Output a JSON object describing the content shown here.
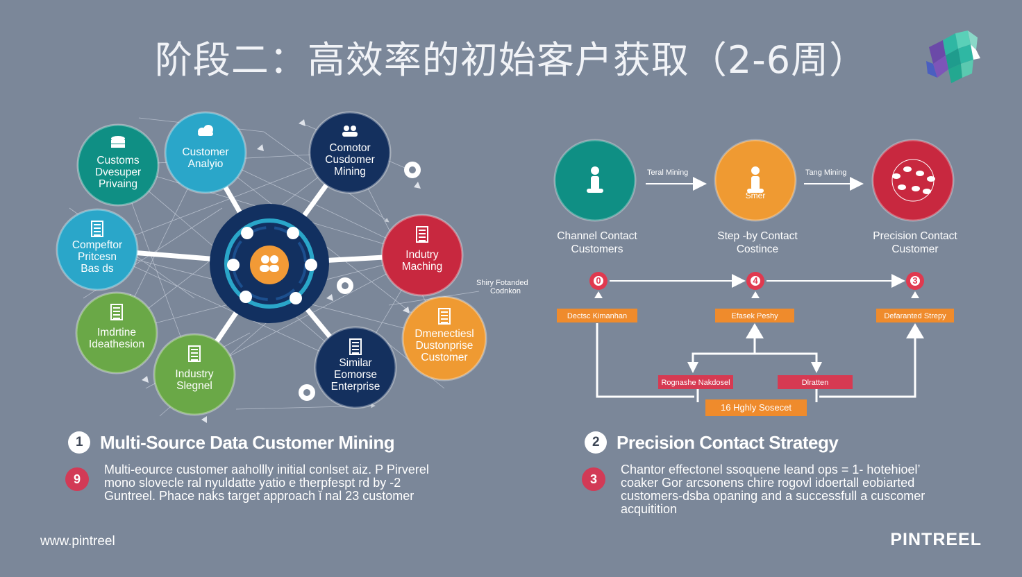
{
  "slide": {
    "title": "阶段二：高效率的初始客户获取（2-6周）",
    "footer_url": "www.pintreel",
    "footer_brand": "PINTREEL"
  },
  "colors": {
    "background": "#7b8799",
    "teal": "#0f8f84",
    "cyan": "#2aa6c9",
    "navy": "#14305e",
    "red": "#c8283f",
    "orange": "#ef9a32",
    "green": "#6aa847",
    "tag_orange": "#ef8b2c",
    "tag_red": "#d63a52"
  },
  "left_diagram": {
    "center": {
      "icon": "people-icon"
    },
    "nodes": [
      {
        "id": "customer-discovery",
        "label_lines": [
          "Customs",
          "Dvesuper",
          "Privaing"
        ],
        "color": "teal",
        "icon": "database-icon"
      },
      {
        "id": "customer-analysis",
        "label_lines": [
          "Customer",
          "Analyio"
        ],
        "color": "cyan",
        "icon": "cloud-icon"
      },
      {
        "id": "competitor-mining",
        "label_lines": [
          "Comotor",
          "Cusdomer",
          "Mining"
        ],
        "color": "navy",
        "icon": "people-icon"
      },
      {
        "id": "competitor-base",
        "label_lines": [
          "Compeftor",
          "Pritcesn",
          "Bas ds"
        ],
        "color": "cyan",
        "icon": "document-icon"
      },
      {
        "id": "industry-matching",
        "label_lines": [
          "Indutry",
          "Maching"
        ],
        "color": "red",
        "icon": "building-icon"
      },
      {
        "id": "industry-identification",
        "label_lines": [
          "Imdrtine",
          "Ideathesion"
        ],
        "color": "green",
        "icon": "building-icon"
      },
      {
        "id": "industry-signal",
        "label_lines": [
          "Industry",
          "Slegnel"
        ],
        "color": "green",
        "icon": "building-icon"
      },
      {
        "id": "similar-enterprise",
        "label_lines": [
          "Similar",
          "Eomorse",
          "Enterprise"
        ],
        "color": "navy",
        "icon": "building-icon"
      },
      {
        "id": "dimensional-customer",
        "label_lines": [
          "Dmenectiesl",
          "Dustonprise",
          "Customer"
        ],
        "color": "orange",
        "icon": "document-icon"
      }
    ],
    "side_note_lines": [
      "Shiry Fotanded",
      "Codnkon"
    ]
  },
  "right_diagram": {
    "steps": [
      {
        "id": "channel-contact",
        "caption_lines": [
          "Channel Contact",
          "Customers"
        ],
        "color": "teal",
        "icon": "person-icon",
        "inner_label": ""
      },
      {
        "id": "step-contact",
        "caption_lines": [
          "Step -by Contact",
          "Costince"
        ],
        "color": "orange",
        "icon": "person-icon",
        "inner_label": "Smer"
      },
      {
        "id": "precision-contact",
        "caption_lines": [
          "Precision Contact",
          "Customer"
        ],
        "color": "red",
        "icon": "network-icon",
        "inner_label": ""
      }
    ],
    "arrow_labels": [
      "Teral Mining",
      "Tang Mining"
    ],
    "flow_numbers": [
      "0",
      "4",
      "3"
    ],
    "tags_top": [
      "Dectsc Kimanhan",
      "Efasek Peshy",
      "Defaranted Strepy"
    ],
    "tags_mid": [
      "Rognashe Nakdosel",
      "Dlratten"
    ],
    "tag_bottom": "16 Hghly Sosecet"
  },
  "sections": [
    {
      "number": "1",
      "heading": "Multi-Source Data Customer Mining",
      "badge": "9",
      "text": "Multi-eource customer aahollly initial conlset aiz. P Pirverel\nmono slovecle ral nyuldatte yatio e therpfespt rd by -2\nGuntreel. Phace naks target approach ǐ nal 23 customer"
    },
    {
      "number": "2",
      "heading": "Precision Contact Strategy",
      "badge": "3",
      "text": "Chantor effectonel ssoquene leand ops = 1- hotehioel’\ncoaker Gor arcsonens chire rogovl idoertall eobiarted\ncustomers-dsba opaning and a successfull a cuscomer\nacquitition"
    }
  ]
}
